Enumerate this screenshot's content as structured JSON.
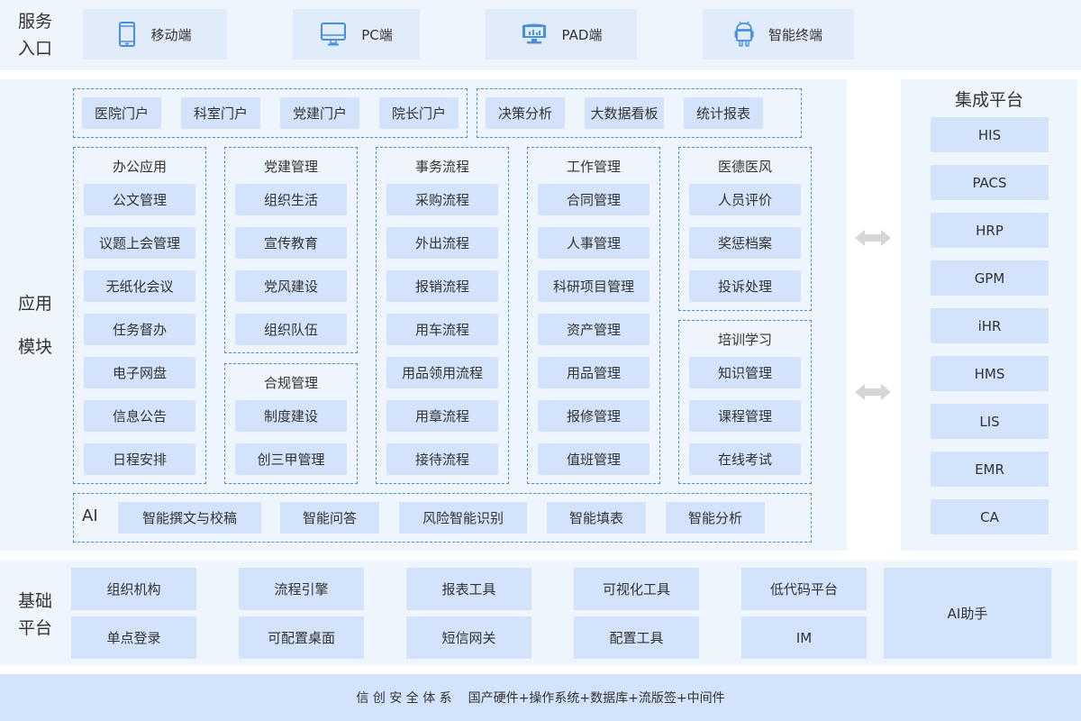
{
  "service_entry": {
    "label_line1": "服务",
    "label_line2": "入口",
    "items": [
      {
        "label": "移动端",
        "icon": "mobile-phone-icon"
      },
      {
        "label": "PC端",
        "icon": "desktop-monitor-icon"
      },
      {
        "label": "PAD端",
        "icon": "tablet-dashboard-icon"
      },
      {
        "label": "智能终端",
        "icon": "android-robot-icon"
      }
    ]
  },
  "app_modules": {
    "label_line1": "应用",
    "label_line2": "模块",
    "portals": [
      "医院门户",
      "科室门户",
      "党建门户",
      "院长门户"
    ],
    "analytics": [
      "决策分析",
      "大数据看板",
      "统计报表"
    ],
    "columns": [
      {
        "title": "办公应用",
        "items": [
          "公文管理",
          "议题上会管理",
          "无纸化会议",
          "任务督办",
          "电子网盘",
          "信息公告",
          "日程安排"
        ]
      },
      {
        "title": "党建管理",
        "items": [
          "组织生活",
          "宣传教育",
          "党风建设",
          "组织队伍"
        ]
      },
      {
        "title": "合规管理",
        "items": [
          "制度建设",
          "创三甲管理"
        ]
      },
      {
        "title": "事务流程",
        "items": [
          "采购流程",
          "外出流程",
          "报销流程",
          "用车流程",
          "用品领用流程",
          "用章流程",
          "接待流程"
        ]
      },
      {
        "title": "工作管理",
        "items": [
          "合同管理",
          "人事管理",
          "科研项目管理",
          "资产管理",
          "用品管理",
          "报修管理",
          "值班管理"
        ]
      },
      {
        "title": "医德医风",
        "items": [
          "人员评价",
          "奖惩档案",
          "投诉处理"
        ]
      },
      {
        "title": "培训学习",
        "items": [
          "知识管理",
          "课程管理",
          "在线考试"
        ]
      }
    ],
    "ai": {
      "label": "AI",
      "items": [
        "智能撰文与校稿",
        "智能问答",
        "风险智能识别",
        "智能填表",
        "智能分析"
      ]
    }
  },
  "integration": {
    "title": "集成平台",
    "items": [
      "HIS",
      "PACS",
      "HRP",
      "GPM",
      "iHR",
      "HMS",
      "LIS",
      "EMR",
      "CA"
    ]
  },
  "base_platform": {
    "label_line1": "基础",
    "label_line2": "平台",
    "row1": [
      "组织机构",
      "流程引擎",
      "报表工具",
      "可视化工具",
      "低代码平台"
    ],
    "row2": [
      "单点登录",
      "可配置桌面",
      "短信网关",
      "配置工具",
      "IM"
    ],
    "ai_assistant": "AI助手"
  },
  "security": {
    "title": "信 创 安 全 体 系",
    "description": "国产硬件+操作系统+数据库+流版签+中间件"
  },
  "colors": {
    "band_bg": "#eef5fd",
    "cell_bg": "#d3e3fb",
    "dash_border": "#4a8ee0",
    "icon_blue": "#4a8ee0",
    "arrow_gray": "#cfcfcf"
  }
}
